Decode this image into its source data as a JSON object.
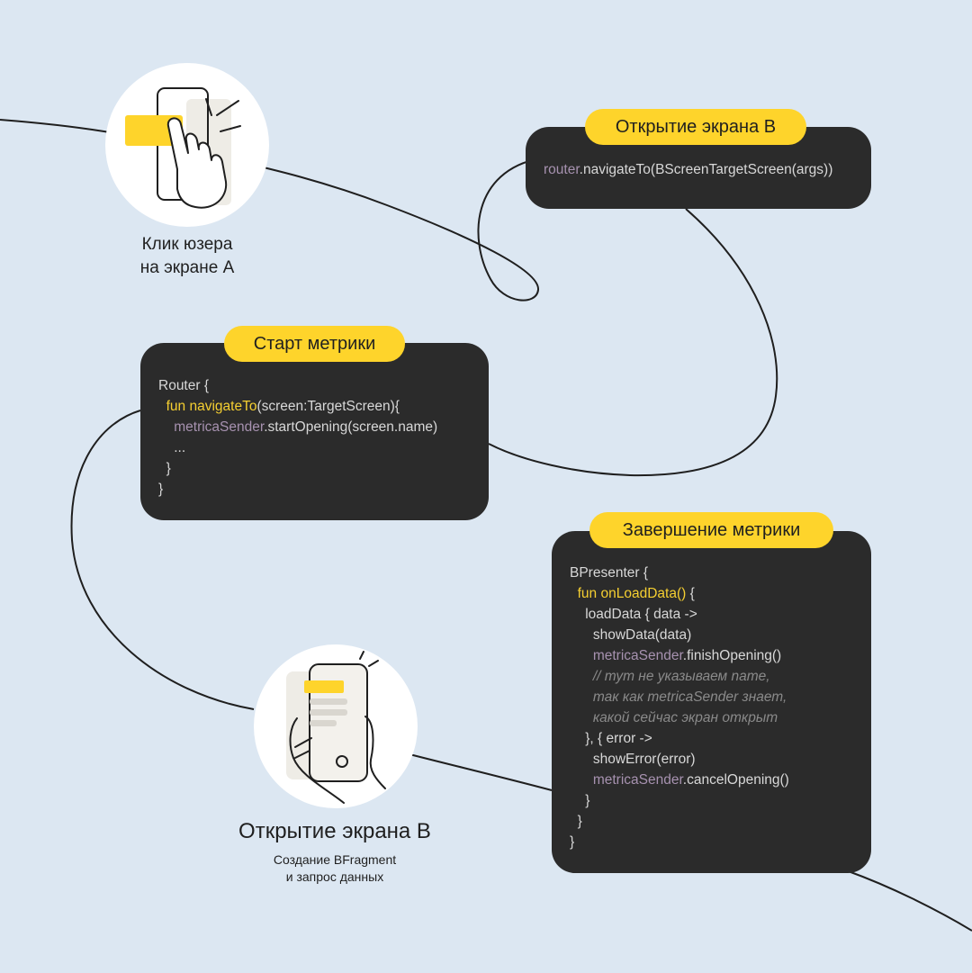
{
  "colors": {
    "background": "#dce7f2",
    "card": "#2b2b2b",
    "pill": "#fed42b",
    "code_plain": "#d8d8d8",
    "code_purple": "#a792b0",
    "code_yellow": "#f5cf31",
    "code_comment": "#8a8a8a",
    "line": "#1f1f1f"
  },
  "step_click": {
    "icon": "hand-tap-phone-icon",
    "caption_lines": [
      "Клик юзера",
      "на экране А"
    ]
  },
  "step_open_b_top": {
    "pill": "Открытие экрана В",
    "code": {
      "object": "router",
      "call": ".navigateTo(BScreenTargetScreen(args))"
    }
  },
  "step_start": {
    "pill": "Старт метрики",
    "code": {
      "l1": "Router {",
      "l2_kw": "fun ",
      "l2_fn": "navigateTo",
      "l2_rest": "(screen:TargetScreen){",
      "l3_obj": "metricaSender",
      "l3_rest": ".startOpening(screen.name)",
      "l4": "...",
      "l5": "}",
      "l6": "}"
    }
  },
  "step_finish": {
    "pill": "Завершение метрики",
    "code": {
      "l1": "BPresenter {",
      "l2_kw": "fun ",
      "l2_fn": "onLoadData() ",
      "l2_rest": "{",
      "l3": "loadData { data ->",
      "l4": "showData(data)",
      "l5_obj": "metricaSender",
      "l5_rest": ".finishOpening()",
      "l6": "// тут не указываем name,",
      "l7": "так как metricaSender знает,",
      "l8": "какой сейчас экран открыт",
      "l9": "}, { error ->",
      "l10": "showError(error)",
      "l11_obj": "metricaSender",
      "l11_rest": ".cancelOpening()",
      "l12": "}",
      "l13": "}",
      "l14": "}"
    }
  },
  "step_open_b_bottom": {
    "icon": "hand-holding-phone-icon",
    "title": "Открытие экрана В",
    "subtitle_lines": [
      "Создание BFragment",
      "и запрос данных"
    ]
  }
}
